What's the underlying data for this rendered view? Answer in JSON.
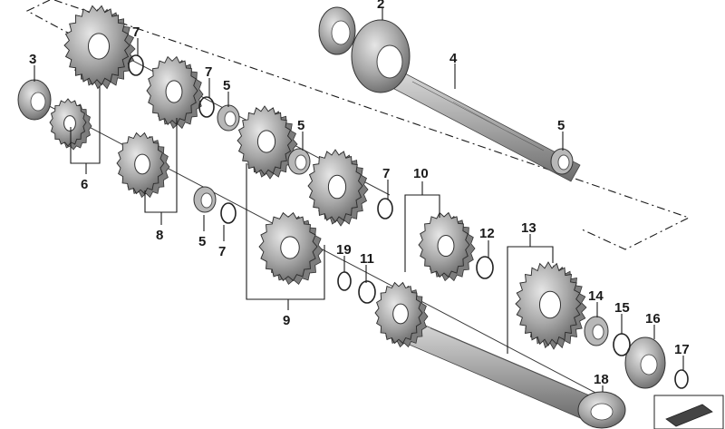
{
  "callouts": {
    "c2": "2",
    "c3": "3",
    "c4": "4",
    "c5a": "5",
    "c5b": "5",
    "c5c": "5",
    "c5d": "5",
    "c6": "6",
    "c7a": "7",
    "c7b": "7",
    "c7c": "7",
    "c7d": "7",
    "c8": "8",
    "c9": "9",
    "c10": "10",
    "c11": "11",
    "c12": "12",
    "c13": "13",
    "c14": "14",
    "c15": "15",
    "c16": "16",
    "c17": "17",
    "c18": "18",
    "c19": "19"
  },
  "colors": {
    "metal_dark": "#6f6f6f",
    "metal_mid": "#9a9a9a",
    "metal_light": "#cfcfcf",
    "line": "#1a1a1a"
  },
  "icons": [
    "gear-icon",
    "bearing-icon",
    "shaft-icon",
    "circlip-icon",
    "view-arrow-icon"
  ]
}
